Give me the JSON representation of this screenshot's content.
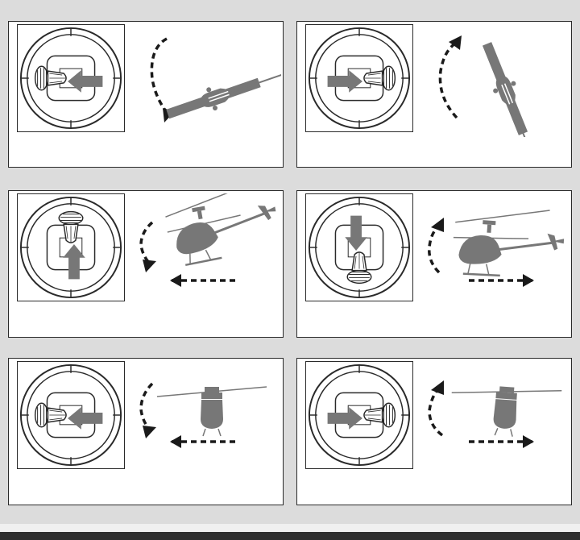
{
  "page": {
    "background": "#dcdcdc",
    "panel_background": "#ffffff",
    "border_color": "#2a2a2a",
    "mark_color": "#777777",
    "footer_color": "#2e2e2e"
  },
  "panels": [
    {
      "name": "rudder-left",
      "stick_direction": "left",
      "stick_position": "right",
      "illustration": "helicopter-yaw-counterclockwise-top-view"
    },
    {
      "name": "rudder-right",
      "stick_direction": "right",
      "stick_position": "left",
      "illustration": "helicopter-yaw-clockwise-top-view"
    },
    {
      "name": "elevator-forward",
      "stick_direction": "up",
      "stick_position": "top",
      "illustration": "helicopter-pitch-forward-side-view"
    },
    {
      "name": "elevator-back",
      "stick_direction": "down",
      "stick_position": "bottom",
      "illustration": "helicopter-pitch-back-side-view"
    },
    {
      "name": "aileron-left",
      "stick_direction": "left",
      "stick_position": "right",
      "illustration": "helicopter-roll-left-rear-view"
    },
    {
      "name": "aileron-right",
      "stick_direction": "right",
      "stick_position": "left",
      "illustration": "helicopter-roll-right-rear-view"
    }
  ],
  "icons": {
    "stick": "control-stick-icon",
    "curved_arrow": "curved-dashed-arrow-icon",
    "straight_arrow": "dashed-arrow-icon",
    "direction_arrow": "gray-direction-arrow-icon"
  }
}
